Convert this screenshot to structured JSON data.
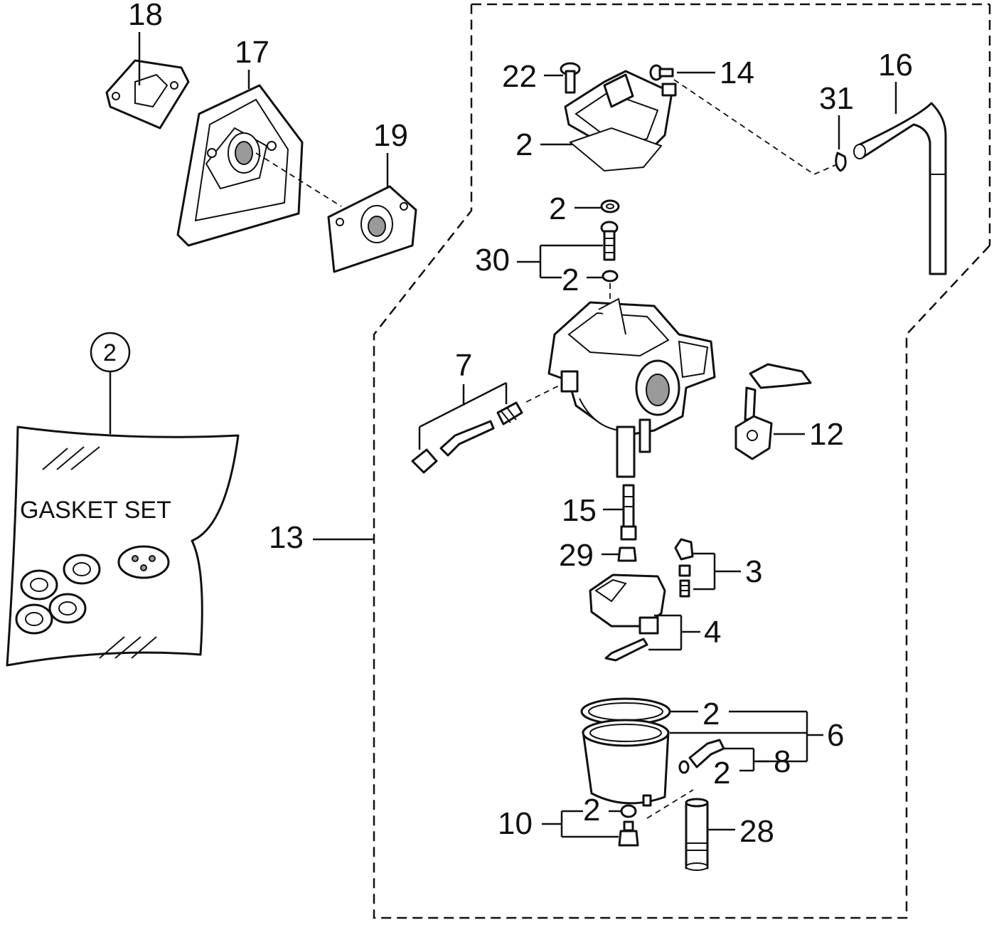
{
  "diagram": {
    "kit_label": "GASKET SET",
    "kit_ref": "2",
    "callouts": {
      "c18": "18",
      "c17": "17",
      "c19": "19",
      "c22": "22",
      "c14": "14",
      "c16": "16",
      "c31": "31",
      "c2_top": "2",
      "c2_a": "2",
      "c30": "30",
      "c2_b": "2",
      "c7": "7",
      "c12": "12",
      "c13": "13",
      "c15": "15",
      "c29": "29",
      "c3": "3",
      "c4": "4",
      "c2_c": "2",
      "c6": "6",
      "c8": "8",
      "c2_d": "2",
      "c10": "10",
      "c2_e": "2",
      "c28": "28"
    }
  }
}
